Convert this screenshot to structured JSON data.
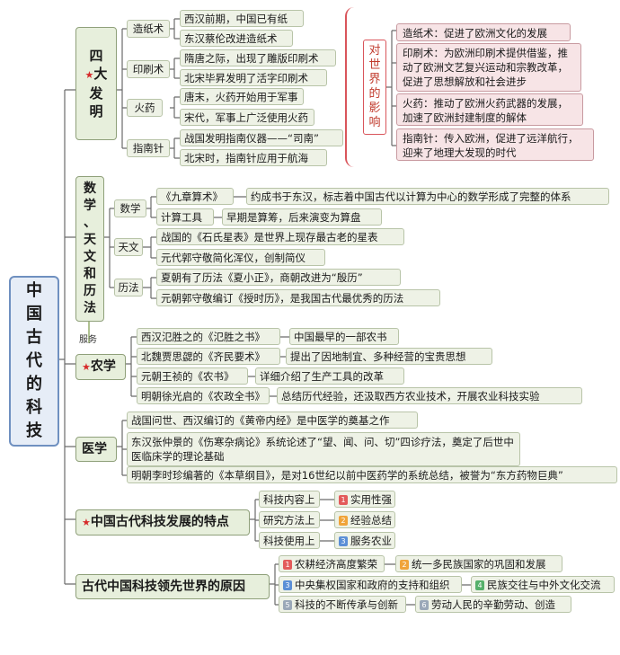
{
  "root": {
    "title": [
      "中",
      "国",
      "古",
      "代",
      "的",
      "科",
      "技"
    ]
  },
  "sections": {
    "four_inventions": {
      "title": [
        "四",
        "大",
        "发",
        "明"
      ],
      "items": [
        {
          "name": "造纸术",
          "facts": [
            "西汉前期，中国已有纸",
            "东汉蔡伦改进造纸术"
          ]
        },
        {
          "name": "印刷术",
          "facts": [
            "隋唐之际，出现了雕版印刷术",
            "北宋毕昇发明了活字印刷术"
          ]
        },
        {
          "name": "火药",
          "facts": [
            "唐末，火药开始用于军事",
            "宋代，军事上广泛使用火药"
          ]
        },
        {
          "name": "指南针",
          "facts": [
            "战国发明指南仪器——“司南”",
            "北宋时，指南针应用于航海"
          ]
        }
      ],
      "impact_title": [
        "对",
        "世",
        "界",
        "的",
        "影",
        "响"
      ],
      "impacts": [
        "造纸术：促进了欧洲文化的发展",
        "印刷术：为欧洲印刷术提供借鉴，推动了欧洲文艺复兴运动和宗教改革，促进了思想解放和社会进步",
        "火药：推动了欧洲火药武器的发展，加速了欧洲封建制度的解体",
        "指南针：传入欧洲，促进了远洋航行，迎来了地理大发现的时代"
      ]
    },
    "math_astro_cal": {
      "title": [
        "数",
        "学",
        "、",
        "天",
        "文",
        "和",
        "历",
        "法"
      ],
      "serves_label": "服务",
      "groups": [
        {
          "name": "数学",
          "rows": [
            {
              "a": "《九章算术》",
              "b": "约成书于东汉，标志着中国古代以计算为中心的数学形成了完整的体系"
            },
            {
              "a": "计算工具",
              "b": "早期是算筹，后来演变为算盘"
            }
          ]
        },
        {
          "name": "天文",
          "rows": [
            {
              "a": "战国的《石氏星表》是世界上现存最古老的星表"
            },
            {
              "a": "元代郭守敬简化浑仪，创制简仪"
            }
          ]
        },
        {
          "name": "历法",
          "rows": [
            {
              "a": "夏朝有了历法《夏小正》，商朝改进为“殷历”"
            },
            {
              "a": "元朝郭守敬编订《授时历》，是我国古代最优秀的历法"
            }
          ]
        }
      ]
    },
    "agriculture": {
      "title": "农学",
      "rows": [
        {
          "a": "西汉氾胜之的《氾胜之书》",
          "b": "中国最早的一部农书"
        },
        {
          "a": "北魏贾思勰的《齐民要术》",
          "b": "提出了因地制宜、多种经营的宝贵思想"
        },
        {
          "a": "元朝王祯的《农书》",
          "b": "详细介绍了生产工具的改革"
        },
        {
          "a": "明朝徐光启的《农政全书》",
          "b": "总结历代经验，还汲取西方农业技术，开展农业科技实验"
        }
      ]
    },
    "medicine": {
      "title": "医学",
      "rows": [
        "战国问世、西汉编订的《黄帝内经》是中医学的奠基之作",
        "东汉张仲景的《伤寒杂病论》系统论述了“望、闻、问、切”四诊疗法，奠定了后世中医临床学的理论基础",
        "明朝李时珍编著的《本草纲目》，是对16世纪以前中医药学的系统总结，被誉为“东方药物巨典”"
      ]
    },
    "features": {
      "title": "中国古代科技发展的特点",
      "rows": [
        {
          "a": "科技内容上",
          "num": "1",
          "b": "实用性强"
        },
        {
          "a": "研究方法上",
          "num": "2",
          "b": "经验总结"
        },
        {
          "a": "科技使用上",
          "num": "3",
          "b": "服务农业"
        }
      ]
    },
    "reasons": {
      "title": "古代中国科技领先世界的原因",
      "items": [
        {
          "num": "1",
          "text": "农耕经济高度繁荣"
        },
        {
          "num": "2",
          "text": "统一多民族国家的巩固和发展"
        },
        {
          "num": "3",
          "text": "中央集权国家和政府的支持和组织"
        },
        {
          "num": "4",
          "text": "民族交往与中外文化交流"
        },
        {
          "num": "5",
          "text": "科技的不断传承与创新"
        },
        {
          "num": "6",
          "text": "劳动人民的辛勤劳动、创造"
        }
      ]
    }
  }
}
